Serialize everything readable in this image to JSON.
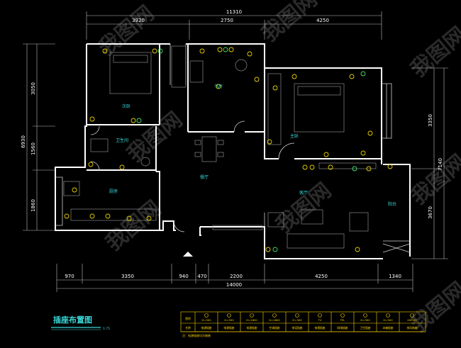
{
  "drawing": {
    "title": "插座布置图",
    "scale": "1:75",
    "dims_top": {
      "overall": "11310",
      "segments": [
        "3920",
        "2750",
        "4250"
      ]
    },
    "dims_bottom": {
      "overall": "14000",
      "segments": [
        "970",
        "3350",
        "940",
        "470",
        "2200",
        "4250",
        "1340"
      ]
    },
    "dims_left": {
      "overall": "6930",
      "segments": [
        "3050",
        "1560",
        "1860"
      ]
    },
    "dims_right": {
      "overall": "7140",
      "segments": [
        "3350",
        "3670"
      ]
    },
    "rooms": {
      "master_bedroom_left": "次卧",
      "study": "书房",
      "bathroom": "卫生间",
      "dining": "餐厅",
      "kitchen": "厨房",
      "master_bedroom_right": "主卧",
      "living": "客厅",
      "balcony": "阳台"
    }
  },
  "legend": {
    "header_label": "图例",
    "name_label": "名称",
    "symbols": [
      "H=300",
      "H=300",
      "H=1800",
      "H=1800",
      "H=300",
      "TV",
      "TEL",
      "H=300",
      "H=300",
      "H=300"
    ],
    "names": [
      "电源插座",
      "电源插座",
      "电源插座",
      "空调插座",
      "电话插座",
      "电视插座",
      "网络插座",
      "卫生插座",
      "冰箱插座",
      "排风扇座"
    ],
    "note": "注：电源插座均为暗装"
  },
  "watermark": "我图网",
  "colors": {
    "background": "#000000",
    "walls": "#ffffff",
    "room_labels": "#39d7d7",
    "sockets": "#e6d000",
    "legend": "#ffd400",
    "title": "#39d7d7"
  }
}
